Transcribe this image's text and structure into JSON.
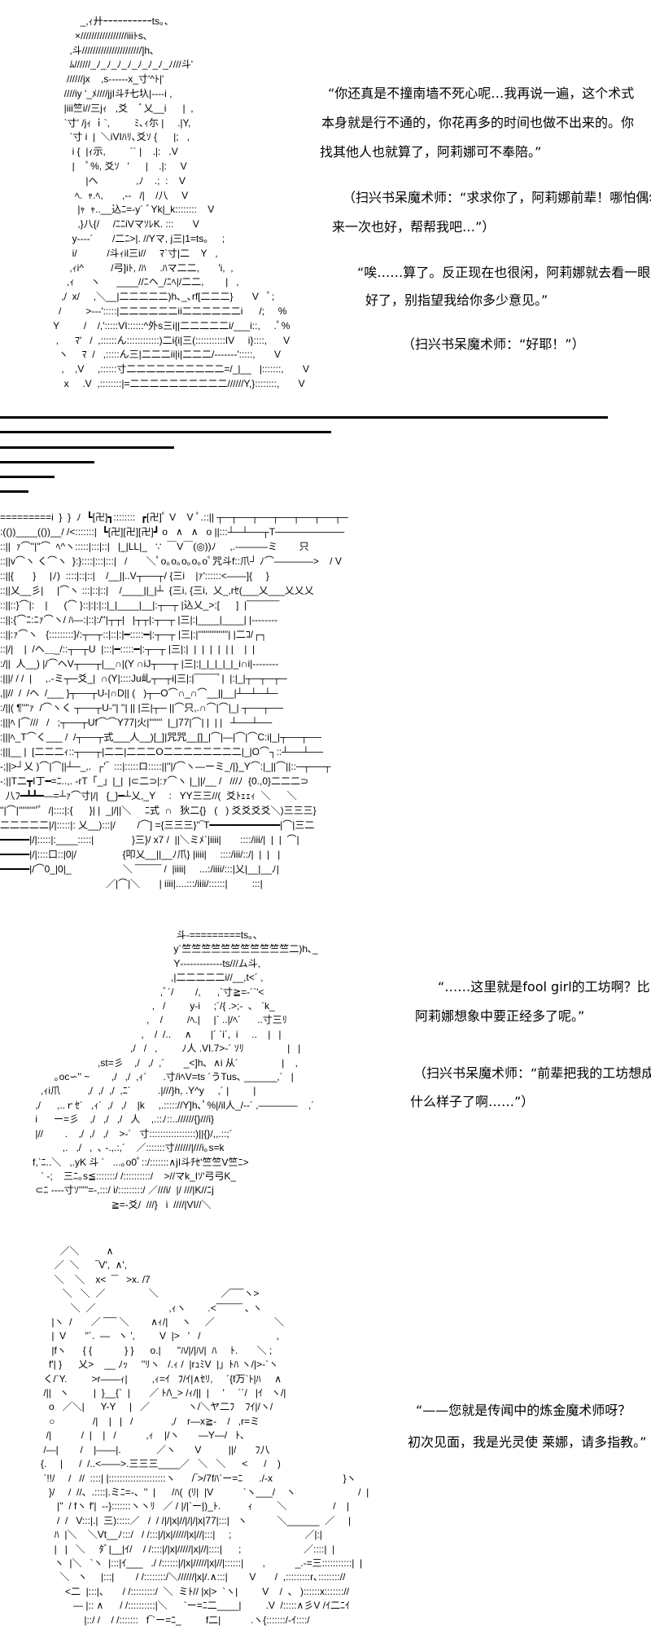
{
  "panel1": {
    "art": "              _,ｨ廾ｰｰｰｰｰｰｰｰｰｰts｡､\n            ×/////////////////iiiﾄs､\n          ,斗//////////////////////]h､\n          ﾑ//////_ﾉ_ﾉ_ﾉ_ﾉ_ﾉ_ﾉ_ﾉ_ﾉ///斗'\n         //////jx    ,s‐‐‐‐‐‐x_寸'^ﾄ|'\n        ////iy '_ﾒ////jjI斗ﾁ七圦|‐‐‐‐i ,\n        |iii竺i//三jｨ   ,爻    ﾞ乂__i      |  ,\n        `寸' /jｨ ｉ`,         ﾐ､ｨ尓 |     .|Y,\n          `寸 i  |  ＼iVIﾊﾘ､爻ｿ {      |;   ,\n           i {  |ｨ示,         ´´ |    .|:   .V\n           |    ﾟ%, 爻ｿ   '      |    .|:     V\n                |ヘ              ,ﾉ    .;  :    V\n            ﾍ.  ｬ.ﾍ,       ,--   /|    /八     V\n             |ｬ  ｬ..__込ﾆ=-y´ ﾞYk|_k::::::::    V\n             ,}八{/     /ﾆﾆiVマｿﾚK. :::       V\n           y‐‐‐‐´       /二ﾆ>|. //Yマ, j三|1=ts｡     ;\n           i/           /斗ｨil三i//     ﾏ`寸|二    Y   ,\n          ,ｨi^          /弓]iﾄ, /ﾊ     .ﾊマ二二,       'i,  ,\n         ,ｨ      ヽ      ____//ﾆヘ_/ﾆﾍ|/二二,        |   ,\n       ,/  x/     ,＼__|二二二二二)h､_､rf[二二二}       V   ﾟ;\n      /         >‐‐‐':::::|二二二二二二ii二二二二二二i      /;     %\n    Y         /    /,':::::VI::::::^外s三i||二二二二二i/___i::,     .ﾟ%\n     ,      ﾏ'   /  ,::::::ん::::::::::::)二i{i|三(:::::::::::IV     i}::::,      V\n      ヽ     ﾏ  /   ,:::::ん三|二二二ii|i|二二二/‐‐‐‐‐‐‐':::::,       V\n       ,    ,V     ,::::::寸二二二二二二二二二二=/_|__   |:::::::,       V\n        x     .V  ,::::::::|=二二二二二二二二二二//////Y,}::::::::,       V",
    "lines": [
      "“你还真是不撞南墙不死心呢…我再说一遍，这个术式",
      "本身就是行不通的，你花再多的时间也做不出来的。你",
      "找其他人也就算了，阿莉娜可不奉陪。”",
      "（扫兴书呆魔术师：“求求你了，阿莉娜前辈！哪怕偶尔",
      "来一次也好，帮帮我吧…”）",
      "“唉……算了。反正现在也很闲，阿莉娜就去看一眼",
      "好了，别指望我给你多少意见。”",
      "（扫兴书呆魔术师：“好耶！”）"
    ]
  },
  "panel2": {
    "art": "=========i  }  }  ﾉ  ┗[卍]┓::::::::  ┏[卍]ﾟ V    V ﾟ.::|| ┬─┬──┬──┬──┬──┬──┬─\n:(())____(())__/ /<:::::::|  ┗[卍][卍][卍]┛ o   ∧   ∧   o ||:::┴─┴──┬T──────────\n::||  ｧ⌒''|''⌒  ﾍ^ヽ:::::|:::|::|   |_|LL|_   ∵  ￣V￣(◎))ﾉ     ,.‐―――ミ        只\n::||v⌒ヽ く⌒ヽ  }:}::::|:::|:::|   /       ＼ﾟo｡o｡o｡o｡oﾟ咒斗f::爪┘ ﾉ⌒――――>    / V\n::||{       }     |ﾉ)  ::::|::|::|    /__||..V┬──┬/ {三i    |ｧ'::::::<――]{     }\n::||乂__彡|     |⌒ヽ :::|::|::|    /____||_|┴  {三i, {三i,  乂_,rｾ(___乂___乂乂乂\n::||::}⌒|:    |      (⌒ }::|:|:|::|_|____|__|:┬─┬ |込乂_>:[      ]  |‾‾‾‾‾‾‾‾‾‾\n::||:{⌒ﾆ:ﾆｧ⌒ヽ/ ﾊ―:|::|:/''|┬┬|   |┬┬|:┬─┬ |三|:|____|____| |‐‐‐‐‐‐‐‐\n::||:ｧ⌒ヽ   {:::::::::}/:┬─┬::|::|:|━:::::━|:┬─┬ |三|:|''''''''''''''''| |二ｺ/┌┐\n::|/|    |  /ヘ＿_/::┬─┬U  |:::|━:::::━|:┬─┬ |三|:|  |  |  |  |  | |    |  |\n:/||  人__) |/⌒ヘV┬──┬|__∩|(Y ∩iJ┬──┬ |三|:|_|_|_|_|_i∩i|‐‐‐‐‐‐‐‐\n:|||/ / /  |     ,.‐ミ┬─爻_|  ∩(Y|::::Ju乢┬─┬i|三|:|‾‾‾‾‾‾‾ﾞ|  |:|_|┬─┬─┬─\n,||//  /  /ヘ  /___ }┬──┬U-|∩D|| (   )┬─O⌒∩_∩⌒__||__|┴─┴─┴─\n:/||( ¶''''ｧ  /⌒ヽく ┬──┬U-''| ''| || |三|┬─ ||⌒只,.∩⌒|⌒|_| ┬──┬──\n:|||ﾍ |⌒///   /   ;┬──┬Uf⌒⌒Y77|火|'''''''  |_|77|⌒| |  | |   ┴──┴──\n:|||ﾍ_T⌒く___ /  /┬──┬式___人__)[_]|咒咒__[]_|⌒|―|⌒|⌒C:i|_|┬──┬──\n:|||__ |  [二二二ｨ::┬──┬|二二|二二二O二二二二二二二二|_|O⌒┐::┴──┴──\n-;||>┘乂 )⌒|⌒||┴─_,.  ┌'‾  :::|:::::ロ:::::||''|/⌒ヽ―ーミ_/|}_Y⌒:|_||⌒||::─┬──┬\n-:||T二┳I丁━=ﾆ..,. -rT「_」|_|  |⊂二⊃|:ｧ⌒ヽ |_||/__ /   ///ﾉ  {0.,0}二二二⊃\n  八ﾌ━┻┻━―=┴ｧ⌒寸|/|   {_}━┴乂,_Y     :   YY三三//(  爻ﾄｪｪｨ  ＼      ＼\n''|⌒|''''''''''ﾟ  /|::::|:{      }| |  _|/||＼     ﾆ式  ∩   狄二{}   (   ) 爻爻爻爻＼)三三三}\n二二二二二|/|:::::|: 乂__):::|/        /⌒] ={三三三}''‾T━━━━━━━━━━━━|⌒|三二\n━━━━━|/|:::::|:____:::::|              }三}/ x7 /  ||＼ミﾒ`|iiii|       ::::/iii/|  |  |  ⌒|\n━━━━━|/|::::口::|0|/                 {叩乂__||__ﾉ爪} |iiii|     ::::/iii/::/|  |  |   |\n━━━━━|/⌒0_|0|_                   ＼ ‾‾‾‾‾‾‾‾ /  |iiii|     ...:/iiii/:::|乂|__|__ﾉ|\n                                       ／|⌒|＼       | iiii|....:::/iiii/::::::|         :::|"
  },
  "panel3": {
    "art": "                                                           斗-=========ts｡､\n                                                          y´竺竺竺竺竺竺竺竺竺竺竺二)h､_\n                                                          Y‐‐‐‐‐‐‐‐‐‐‐‐‐ts///ム斗,\n                                                         ,|二二二二二i//__,t<´ ,\n                                                     ,ﾞ´/        /,      ,`寸≧=-´`'<\n                                                  ,   /         y-i     ;´/{ .>;-  ､   `k_\n                                                ,    /         /ﾍ.|     |` ..|/ﾍ´      ..寸三ﾘ\n                                              ,    /  /..     ∧       |´ `i´,  i     ..    |   |\n                                          ,/   /   ,         ﾉ人 .VI.7>-´ ｿﾘ                |   |\n                              ,st=彡    ,/   ,/  ,´       _<]h､  ∧i 从´                |    ,\n              ｡oc∽'' ~        ,/   ,/  ,ｨ´      .寸/iﾍV=ts ´うTus､ ______,´   |\n         ,ｨi爪          ,/  ,/  ,/  ,ﾆ´          .|///}h, .Y^y     ,´ |         |\n       ,/      ,..ｒｾ´   ,ｨ´  ,/   ,/    |k     ,.::::://Y]h､ﾟ%|/il人_/‐‐´ ,――――    ,´\n       i      ー=彡    ,/   ,/   ,/   人    ,.::ﾉ::..//////{}///i}\n       |//        .    ,/  ,/   ,/    >‐´   寸:::::::::::::::::)||{}/,,.::;´\n                 ,.   ,/   ,  ､ -.,.:,´    ／:::::::寸//////|///i｡s=k\n      f,`ﾆ..＼   ,.yK 斗 ´   ...｡o0ﾟ::/:::::::∧jI斗ﾁｾ'竺竺V竺ﾆ>\n         ` -;    三ﾆ｡s≦:::::::/ /::::::::::/    >//マk_Iｿ'弓弓K_\n       ⊂ﾆ ‐‐‐‐寸ｿ'''''=-,:::/ i/:::::::::/ ／///i/  |/ ///|K//ﾆj\n                                   ≧=-爻/  ///}   i  ////|VI//＼"
  },
  "panel3_lines": [
    "“……这里就是fool girl的工坊啊？比",
    "阿莉娜想象中要正经多了呢。”",
    "（扫兴书呆魔术师：“前辈把我的工坊想成",
    "什么样子了啊……”）"
  ],
  "panel4": {
    "art": "          ／＼          ∧\n        ／  ＼      ‾V',  ∧',\n        ＼    ＼    x<  ‾‾   >x. /7\n           ＼   ＼  ／                ＼                       ／‾‾‾‾ヽ>\n              ＼  ／                           ,ｨヽ        .<‾‾‾‾‾‾‾‾ ､ ヽ\n       |ヽ  /       ／ ‾‾‾‾ ＼        ∧ｨ/|     ヽ     ／                      ＼\n       |  V       ''´.  ―   ヽ ',         V  |>   '   /                            ,\n       |fヽ      { {            } }      o.|      ''ﾊ/|/|ﾊ/|  ﾊ     ﾄ.       ＼ ;\n      f'| }      乂>    __ ﾉｯ     ''ﾘヽ   /.ｨ /  |rｭﾐV  |」ﾄﾊ ヽ/|>-`ヽ\n    く/`Y.         >r――ｨ|         ,ｨ=ｲ   ﾌ/ｲ|∧ｾﾘ,     ´{f万`ﾄ|ﾊ     ∧\n    /||   ヽ         |  }__{`  |       ／ ﾄ/\\_> /ｨ/||  |     '     ´´/   |ｲ   ヽ/|\n      o   ／＼|      Y-Y     |   ／              ヽ/＼ヤ二ﾌ    ﾌｲ|/ヽ/\n      ○              /|    |   |   /              ,/    r―x≧-    /   ,r=ミ\n     /|           /  |    |   /           ,ｨ    |/ヽ       ―Y―/   ﾄ､\n    /―|        /    |――|.             ／ヽ       V          ||/       ﾌ八\n   {.     |      /  /..<――>.三三三____／   ＼   ＼      <      /    )\n    `!!/     /   //  ::::| |:::::::::::::::::::::ヽ      /‾>/7fﾊ`ー=ﾆ      ./-x                          }ヽ\n      }/     /  //、.::::|.ミﾆ=-、''  |      /ﾊ(  (ﾘ|  |V           `ヽ___/    ヽ                       /  |\n         |''  / fヽ f'|  --}:::::::ヽヽﾘ   ／ / |/|`ー|)_ﾄ.          ｨ         ＼                 /    |\n         /  /   V:::|.|  三):::::／   /  / /|/|x|//|/|/|x|77|:::|   ヽ           ＼______  ／     |\n        ﾊ  |＼    ＼Vt__ﾉ:::/   / /:::|/|x|/////|x|//|:::|     ;                           ／|:|\n        |   |   ＼     ﾀﾞ|__|ｲ/    / /::::|/|x|/////|x|//|::::|      ;                       ／::::|  |\n        ヽ  |＼   `ヽ  |:::|ｲ___   ./ /::::::|/|x|/////|x|//|::::::|       ,           _.-=三:::::::::::|  |\n          ＼   ヽ     |:::|        / /::::::::/＼//////|x|/.∧:::|        V       /  ,:::::::::r､:::::::://\n            <二  |:::|、     / /:::::::::/  ＼  ミﾄ// |x|>  `ヽ|         V    /  、 )::::::x::::::://\n               ― |:: ∧      / /::::::::::|＼      `ー=ﾆ二____|         .V  /:::::∧彡V /ｲ二ﾆｲ\n                   |::/ /    / /:::::::   f‾`ー=ﾆ_         f二|           .ヽ{:::::::/‐ｲ::::/"
  },
  "panel4_lines": [
    "“——您就是传闻中的炼金魔术师呀？",
    "初次见面，我是光灵使 莱娜，请多指教。”"
  ]
}
